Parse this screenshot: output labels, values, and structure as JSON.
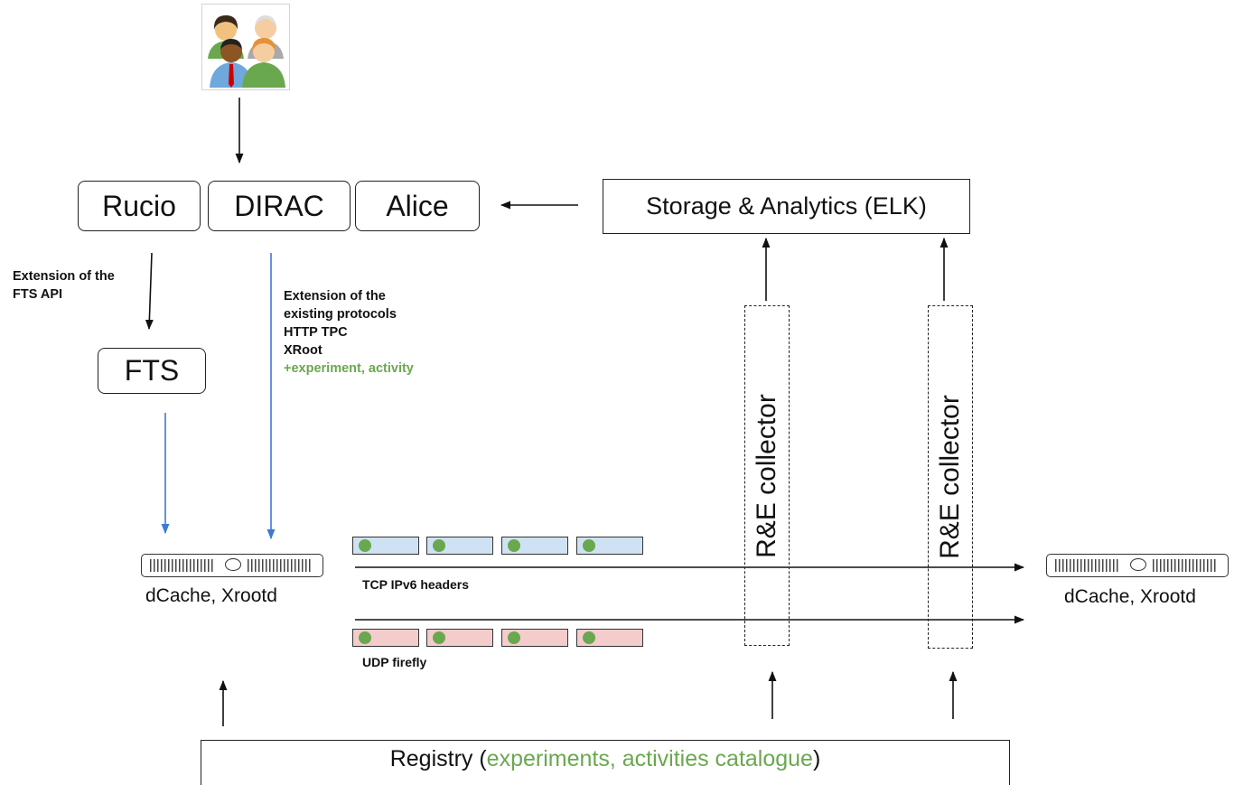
{
  "users": {
    "icon": "user-group-icon"
  },
  "systems": [
    {
      "id": "rucio",
      "label": "Rucio"
    },
    {
      "id": "dirac",
      "label": "DIRAC"
    },
    {
      "id": "alice",
      "label": "Alice"
    }
  ],
  "storage": {
    "label": "Storage & Analytics (ELK)"
  },
  "fts": {
    "label": "FTS"
  },
  "notes": {
    "fts_api": [
      "Extension of the",
      "FTS API"
    ],
    "protocols": [
      "Extension of the",
      "existing protocols",
      "HTTP TPC",
      "XRoot"
    ],
    "protocols_green": "+experiment, activity"
  },
  "collectors": [
    {
      "label": "R&E collector"
    },
    {
      "label": "R&E collector"
    }
  ],
  "endpoints": {
    "left": {
      "label": "dCache, Xrootd",
      "icon": "server-icon"
    },
    "right": {
      "label": "dCache, Xrootd",
      "icon": "server-icon"
    }
  },
  "flows": {
    "tcp": {
      "label": "TCP IPv6 headers",
      "packet_count": 4,
      "color": "#cfe2f3"
    },
    "udp": {
      "label": "UDP firefly",
      "packet_count": 4,
      "color": "#f4cccc"
    }
  },
  "registry": {
    "prefix": "Registry (",
    "green": "experiments, activities catalogue",
    "suffix": ")"
  },
  "colors": {
    "accent_green": "#6aa84f",
    "arrow_blue": "#3c78d8",
    "line": "#111111"
  }
}
